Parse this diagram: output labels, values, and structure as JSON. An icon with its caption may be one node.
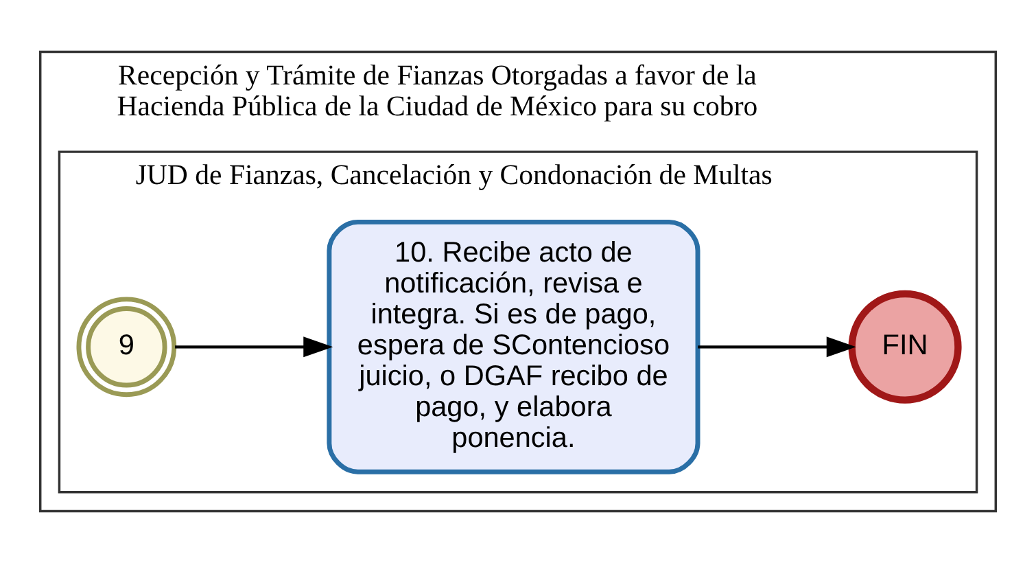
{
  "diagram": {
    "nodes": [
      {
        "text": [
          "Recepción y Trámite de Fianzas Otorgadas a favor de la Hacienda Pública de la Ciudad de México para su cobro"
        ]
      },
      {
        "text": [
          "JUD de Fianzas, Cancelación y Condonación de Multas"
        ],
        "in": 0
      },
      {
        "text": [
          "9"
        ],
        "in": 1
      },
      {
        "text": [
          "10. Recibe acto de notificación, revisa e integra. Si es de pago, espera de SContencioso juicio, o DGAF recibo de pago, y elabora ponencia."
        ],
        "in": 1
      },
      {
        "text": [
          "FIN"
        ],
        "in": 1
      }
    ],
    "edges": [
      {
        "from": 2,
        "to": 3,
        "arrow": "to"
      },
      {
        "from": 3,
        "to": 4,
        "arrow": "to"
      }
    ]
  }
}
